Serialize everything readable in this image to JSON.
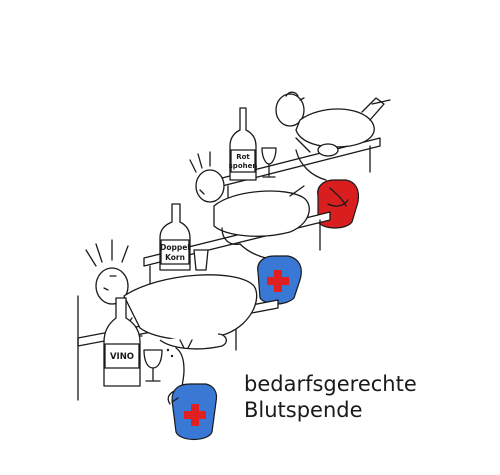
{
  "caption": {
    "line1": "bedarfsgerechte",
    "line2": "Blutspende"
  },
  "bottles": {
    "top_line1": "Rot",
    "top_line2": "spohen",
    "middle_line1": "Doppel",
    "middle_line2": "Korn",
    "bottom": "VINO"
  },
  "colors": {
    "line": "#1a1a1a",
    "blood_bag_red": "#d81e1e",
    "blood_bag_blue": "#3a78d6",
    "cross_red": "#e02020"
  },
  "icons": [
    "red-cross-icon",
    "blood-bag-icon",
    "bottle-icon",
    "wine-glass-icon"
  ]
}
